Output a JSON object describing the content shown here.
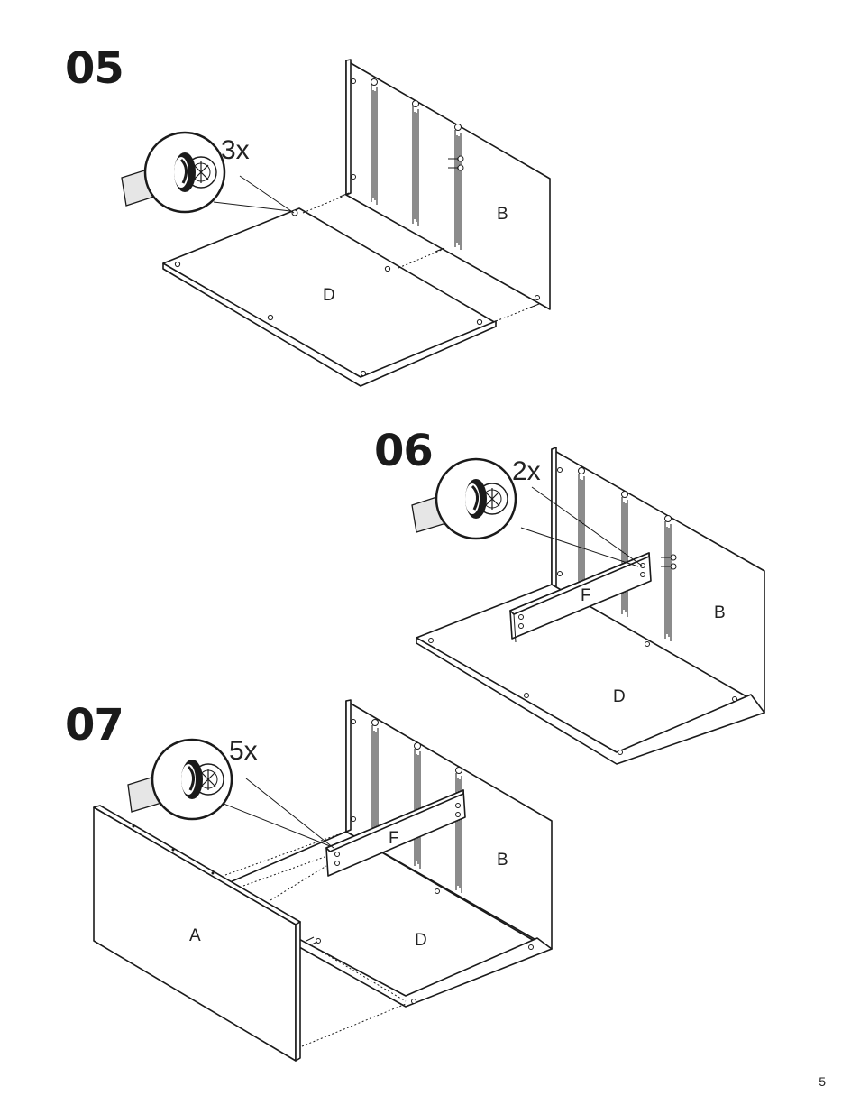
{
  "steps": [
    {
      "number": "05",
      "multiplier": "3x",
      "labels": {
        "B": "B",
        "D": "D"
      }
    },
    {
      "number": "06",
      "multiplier": "2x",
      "labels": {
        "F": "F",
        "B": "B",
        "D": "D"
      }
    },
    {
      "number": "07",
      "multiplier": "5x",
      "labels": {
        "F": "F",
        "B": "B",
        "A": "A",
        "D": "D"
      }
    }
  ],
  "page_number": "5",
  "icons": [
    "screwdriver-icon",
    "cam-lock-icon"
  ]
}
